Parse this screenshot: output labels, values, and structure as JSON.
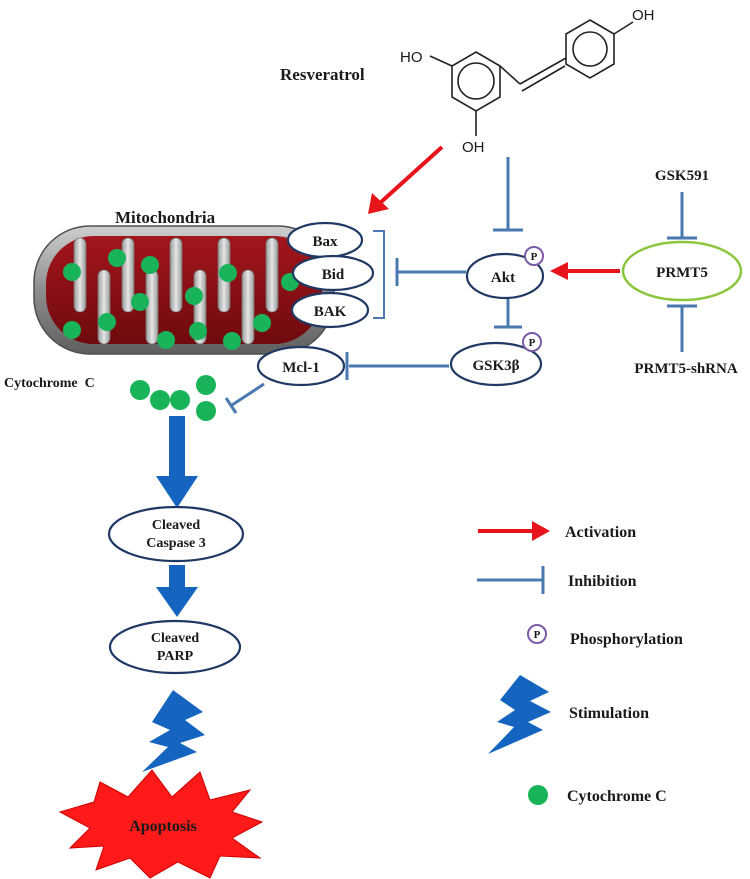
{
  "compound": {
    "name": "Resveratrol",
    "groups": [
      "HO",
      "OH",
      "OH"
    ]
  },
  "organelle": {
    "name": "Mitochondria"
  },
  "proteins": {
    "bax": "Bax",
    "bid": "Bid",
    "bak": "BAK",
    "mcl1": "Mcl-1",
    "akt": "Akt",
    "gsk3b": "GSK3β",
    "prmt5": "PRMT5"
  },
  "phospho_mark": "P",
  "inhibitors": {
    "gsk591": "GSK591",
    "shrna": "PRMT5-shRNA"
  },
  "cytochrome_label": "Cytochrome  C",
  "steps": {
    "caspase": [
      "Cleaved",
      "Caspase 3"
    ],
    "parp": [
      "Cleaved",
      "PARP"
    ],
    "apoptosis": "Apoptosis"
  },
  "legend": {
    "activation": "Activation",
    "inhibition": "Inhibition",
    "phosphorylation": "Phosphorylation",
    "stimulation": "Stimulation",
    "cytochrome": "Cytochrome C"
  },
  "colors": {
    "activation": "#e8141b",
    "inhibition": "#4a78b0",
    "node_border": "#1f3864",
    "prmt5_border": "#8cc63f",
    "phospho": "#7b5aa6",
    "cytochrome": "#19b459",
    "stimulation": "#1565c0",
    "apoptosis": "#ff1a1a",
    "mito_matrix": "#8b0f14"
  }
}
